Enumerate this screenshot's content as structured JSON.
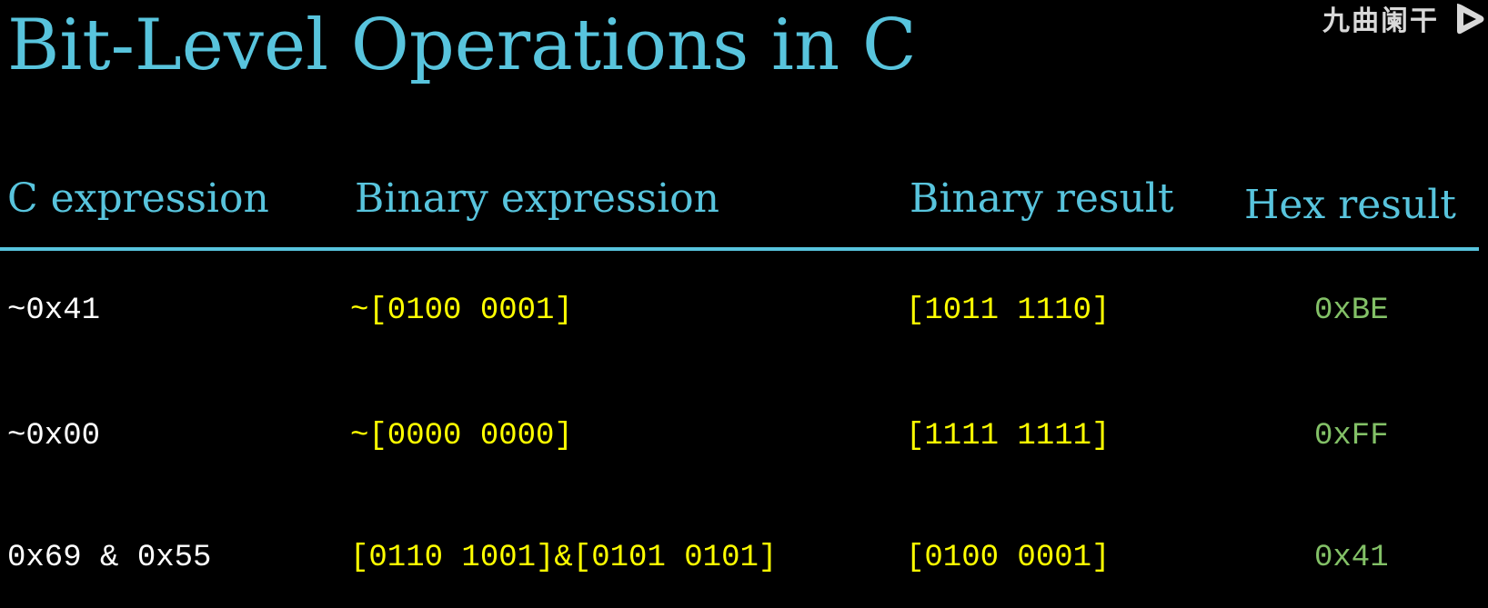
{
  "title": "Bit-Level Operations in C",
  "watermark": {
    "text": "九曲阑干",
    "icon": "bilibili-play-logo-icon"
  },
  "colors": {
    "background": "#000000",
    "title": "#58c4dd",
    "header": "#58c4dd",
    "rule": "#58c4dd",
    "c_expression": "#ffffff",
    "binary": "#ffff00",
    "hex": "#83c167"
  },
  "table": {
    "headers": {
      "c_expression": "C expression",
      "binary_expression": "Binary expression",
      "binary_result": "Binary result",
      "hex_result": "Hex result"
    },
    "rows": [
      {
        "c_expression": "~0x41",
        "binary_expression": "~[0100 0001]",
        "binary_result": "[1011 1110]",
        "hex_result": "0xBE"
      },
      {
        "c_expression": "~0x00",
        "binary_expression": "~[0000 0000]",
        "binary_result": "[1111 1111]",
        "hex_result": "0xFF"
      },
      {
        "c_expression": "0x69 & 0x55",
        "binary_expression": "[0110 1001]&[0101 0101]",
        "binary_result": "[0100 0001]",
        "hex_result": "0x41"
      }
    ]
  }
}
